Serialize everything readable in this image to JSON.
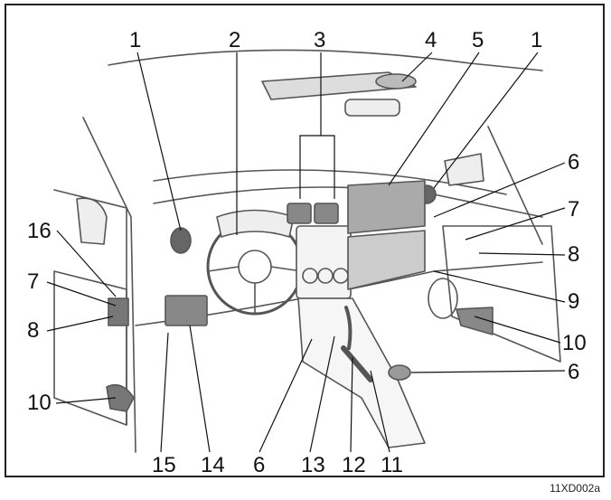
{
  "diagram": {
    "figure_code": "11XD002a",
    "callouts": [
      {
        "id": "c1-left",
        "label": "1"
      },
      {
        "id": "c2",
        "label": "2"
      },
      {
        "id": "c3",
        "label": "3"
      },
      {
        "id": "c4",
        "label": "4"
      },
      {
        "id": "c5",
        "label": "5"
      },
      {
        "id": "c1-right",
        "label": "1"
      },
      {
        "id": "c6-right-top",
        "label": "6"
      },
      {
        "id": "c7-right",
        "label": "7"
      },
      {
        "id": "c8-right",
        "label": "8"
      },
      {
        "id": "c9",
        "label": "9"
      },
      {
        "id": "c10-right",
        "label": "10"
      },
      {
        "id": "c6-right-bottom",
        "label": "6"
      },
      {
        "id": "c16",
        "label": "16"
      },
      {
        "id": "c7-left",
        "label": "7"
      },
      {
        "id": "c8-left",
        "label": "8"
      },
      {
        "id": "c10-left",
        "label": "10"
      },
      {
        "id": "c15",
        "label": "15"
      },
      {
        "id": "c14",
        "label": "14"
      },
      {
        "id": "c6-bottom",
        "label": "6"
      },
      {
        "id": "c13",
        "label": "13"
      },
      {
        "id": "c12",
        "label": "12"
      },
      {
        "id": "c11",
        "label": "11"
      }
    ]
  }
}
